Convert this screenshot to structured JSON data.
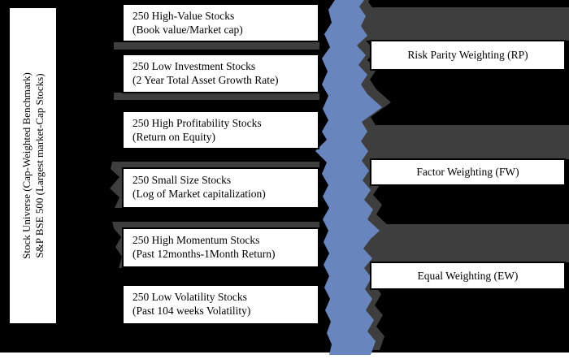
{
  "diagram_title": "Stock factor portfolio construction diagram",
  "colors": {
    "background": "#000000",
    "page": "#ffffff",
    "ribbon_blue": "#6985be",
    "shadow_gray": "#3e3e3e",
    "box_fill": "#ffffff",
    "box_border": "#000000",
    "text": "#000000"
  },
  "left_panel": {
    "line1": "Stock Universe (Cap-Weighted Benchmark)",
    "line2": "S&P BSE 500 (Largest market-Cap Stocks)"
  },
  "factor_boxes": [
    {
      "title": "250 High-Value Stocks",
      "subtitle": "(Book value/Market cap)"
    },
    {
      "title": "250 Low Investment Stocks",
      "subtitle": "(2 Year Total Asset Growth Rate)"
    },
    {
      "title": "250 High Profitability Stocks",
      "subtitle": "(Return on Equity)"
    },
    {
      "title": "250 Small Size Stocks",
      "subtitle": "(Log of Market capitalization)"
    },
    {
      "title": "250 High Momentum Stocks",
      "subtitle": "(Past 12months-1Month Return)"
    },
    {
      "title": "250 Low Volatility Stocks",
      "subtitle": "(Past 104 weeks Volatility)"
    }
  ],
  "weighting_boxes": [
    {
      "label": "Risk Parity Weighting (RP)"
    },
    {
      "label": "Factor Weighting (FW)"
    },
    {
      "label": "Equal Weighting (EW)"
    }
  ]
}
